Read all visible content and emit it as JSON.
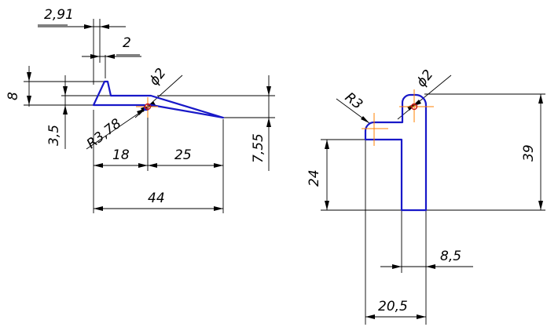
{
  "left_detail": {
    "dims": {
      "d_2_91": "2,91",
      "d_2": "2",
      "d_8": "8",
      "d_3_5": "3,5",
      "d_r378": "R3,78",
      "d_phi2": "ϕ2",
      "d_18": "18",
      "d_25": "25",
      "d_7_55": "7,55",
      "d_44": "44"
    }
  },
  "right_detail": {
    "dims": {
      "d_r3": "R3",
      "d_phi2": "ϕ2",
      "d_24": "24",
      "d_39": "39",
      "d_8_5": "8,5",
      "d_20_5": "20,5"
    }
  },
  "colors": {
    "profile": "#1818c8",
    "dimension": "#000000",
    "centerline": "#ff8000",
    "hole": "#c81818"
  }
}
